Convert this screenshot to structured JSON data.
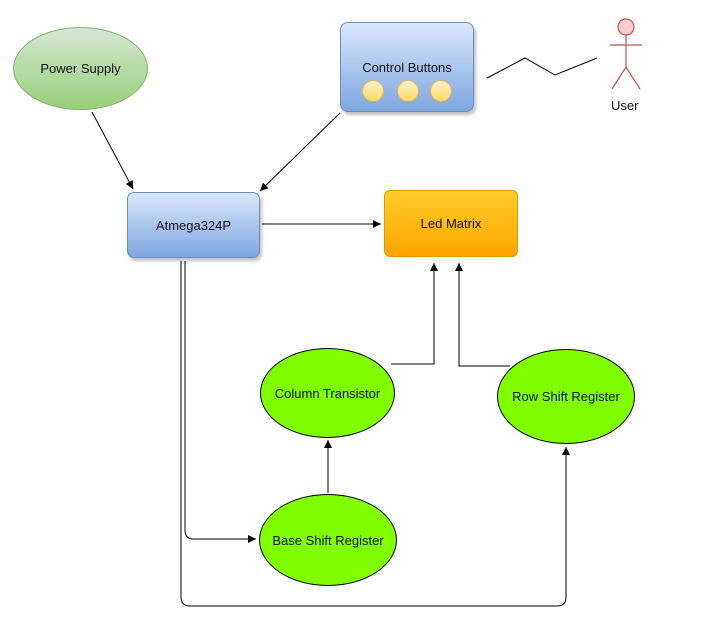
{
  "nodes": {
    "power_supply": "Power Supply",
    "control_buttons": "Control Buttons",
    "user": "User",
    "atmega": "Atmega324P",
    "led_matrix": "Led Matrix",
    "column_transistor": "Column Transistor",
    "row_shift_register": "Row Shift Register",
    "base_shift_register": "Base Shift Register"
  },
  "colors": {
    "power_fill": "#97d077",
    "control_fill": "#7ea6e0",
    "led_fill": "#ffa500",
    "shift_fill": "#80ff00",
    "actor_stroke": "#b85450"
  }
}
